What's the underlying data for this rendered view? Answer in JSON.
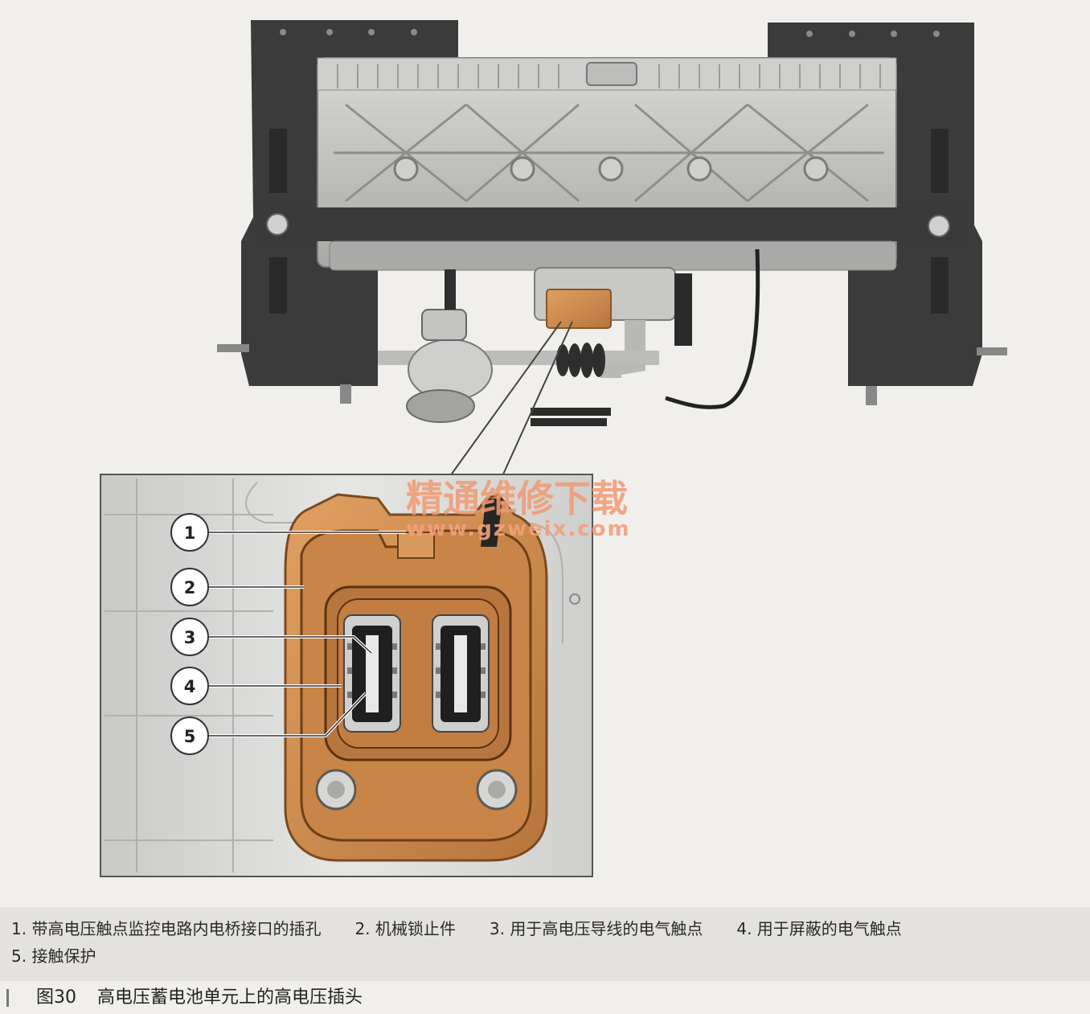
{
  "watermark": {
    "text": "精通维修下载",
    "url": "www.gzweix.com"
  },
  "callouts": [
    "1",
    "2",
    "3",
    "4",
    "5"
  ],
  "legend": {
    "items": [
      "1. 带高电压触点监控电路内电桥接口的插孔",
      "2. 机械锁止件",
      "3. 用于高电压导线的电气触点",
      "4. 用于屏蔽的电气触点",
      "5. 接触保护"
    ]
  },
  "caption": {
    "figure_number": "图30",
    "title": "高电压蓄电池单元上的高电压插头"
  },
  "colors": {
    "connector_orange": "#d18a4e",
    "housing_dark": "#3d3d3e",
    "housing_metal": "#b9b9b7"
  }
}
